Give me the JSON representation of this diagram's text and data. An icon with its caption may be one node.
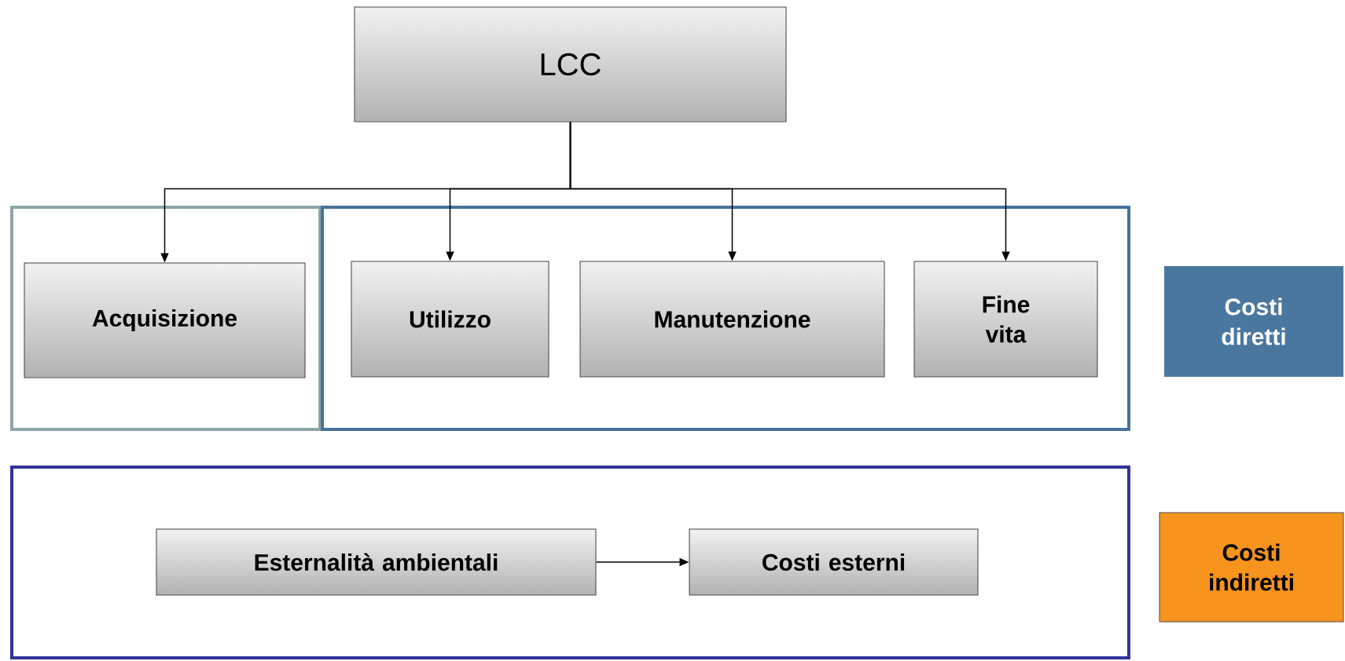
{
  "diagram": {
    "nodes": [
      {
        "text": [
          "LCC"
        ]
      },
      {
        "text": [],
        "shape": "box"
      },
      {
        "text": [
          "Acquisizione"
        ],
        "in": 1
      },
      {
        "text": [],
        "shape": "box"
      },
      {
        "text": [
          "Utilizzo"
        ],
        "in": 3
      },
      {
        "text": [
          "Manutenzione"
        ],
        "in": 3
      },
      {
        "text": [
          "Fine vita"
        ],
        "in": 3
      },
      {
        "text": [
          "Costi diretti"
        ]
      },
      {
        "text": [],
        "shape": "box"
      },
      {
        "text": [
          "Esternalità ambientali"
        ],
        "in": 8
      },
      {
        "text": [
          "Costi esterni"
        ],
        "in": 8
      },
      {
        "text": [
          "Costi indiretti"
        ]
      }
    ],
    "edges": [
      {
        "from": 0,
        "to": 2,
        "arrow": "to"
      },
      {
        "from": 0,
        "to": 4,
        "arrow": "to"
      },
      {
        "from": 0,
        "to": 5,
        "arrow": "to"
      },
      {
        "from": 0,
        "to": 6,
        "arrow": "to"
      },
      {
        "from": 9,
        "to": 10,
        "arrow": "to"
      }
    ]
  }
}
